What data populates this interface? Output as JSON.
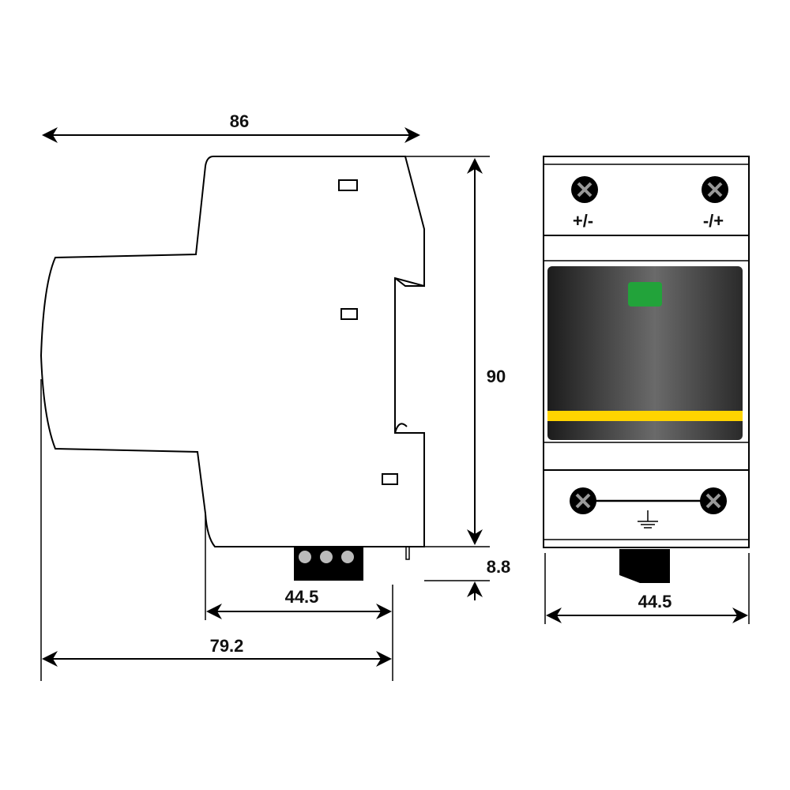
{
  "dimensions": {
    "total_depth": "86",
    "height": "90",
    "rail_offset": "8.8",
    "terminal_depth": "44.5",
    "front_depth": "79.2",
    "front_width": "44.5"
  },
  "terminals": {
    "top_left": "+/-",
    "top_right": "-/+"
  },
  "colors": {
    "indicator": "#22a33a",
    "stripe": "#ffd400",
    "panel": "#2a2a2a"
  }
}
